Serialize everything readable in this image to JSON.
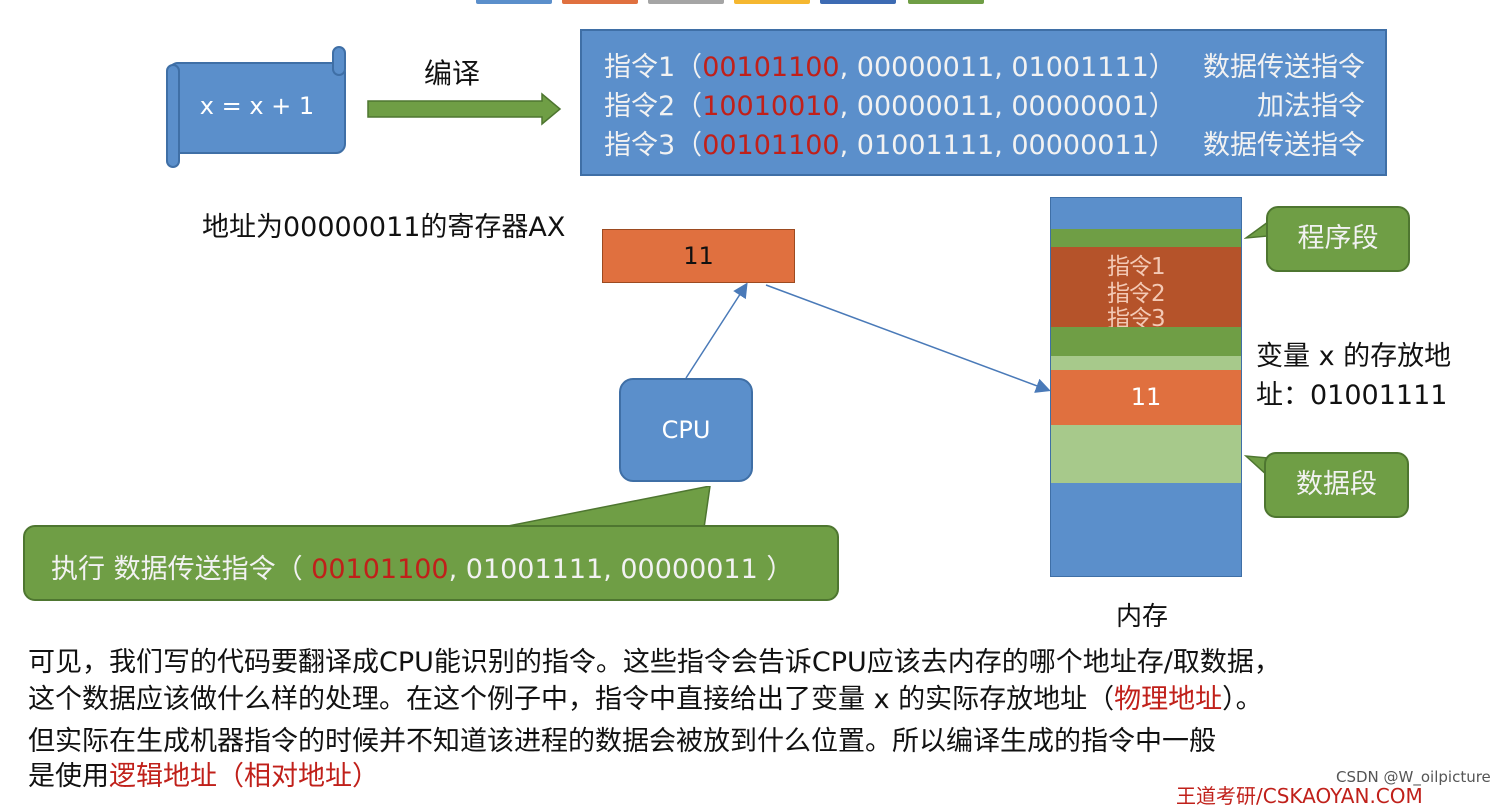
{
  "source": {
    "code": "x = x + 1"
  },
  "compile_label": "编译",
  "instructions": [
    {
      "prefix": "指令1（",
      "opcode": "00101100",
      "operands": ", 00000011, 01001111）",
      "type": "数据传送指令"
    },
    {
      "prefix": "指令2（",
      "opcode": "10010010",
      "operands": ", 00000011, 00000001）",
      "type": "加法指令"
    },
    {
      "prefix": "指令3（",
      "opcode": "00101100",
      "operands": ", 01001111, 00000011）",
      "type": "数据传送指令"
    }
  ],
  "register": {
    "label": "地址为00000011的寄存器AX",
    "value": "11"
  },
  "cpu_label": "CPU",
  "execute_callout": {
    "prefix": "执行 数据传送指令（ ",
    "opcode": "00101100",
    "rest": ", 01001111, 00000011 ）"
  },
  "memory": {
    "title": "内存",
    "instr_labels": [
      "指令1",
      "指令2",
      "指令3"
    ],
    "cell_value": "11",
    "program_segment_label": "程序段",
    "data_segment_label": "数据段",
    "var_addr_line1": "变量 x 的存放地",
    "var_addr_line2": "址：01001111"
  },
  "paragraph": {
    "line1": "可见，我们写的代码要翻译成CPU能识别的指令。这些指令会告诉CPU应该去内存的哪个地址存/取数据，",
    "line2_a": "这个数据应该做什么样的处理。在这个例子中，指令中直接给出了变量 x 的实际存放地址（",
    "line2_red": "物理地址",
    "line2_b": "）。",
    "line3": "但实际在生成机器指令的时候并不知道该进程的数据会被放到什么位置。所以编译生成的指令中一般",
    "line4_a": "是使用",
    "line4_red": "逻辑地址（相对地址）"
  },
  "watermark": "CSDN @W_oilpicture",
  "footer_cut": "王道考研/CSKAOYAN.COM",
  "colors": {
    "blue": "#5b8fcb",
    "orange": "#e0703f",
    "green": "#6f9e45",
    "red": "#c0201a"
  }
}
